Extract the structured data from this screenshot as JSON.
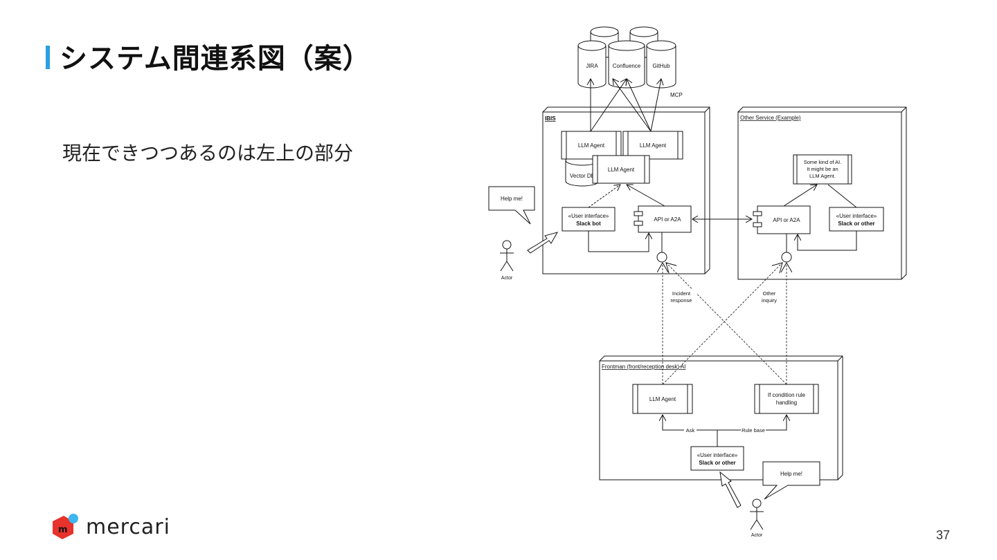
{
  "slide": {
    "title": "システム間連系図（案）",
    "subtitle": "現在できつつあるのは左上の部分",
    "page_number": "37",
    "logo_text": "mercari",
    "accent_color": "#2aa0e0",
    "logo_red": "#e8322b",
    "logo_blue": "#3fb6ee"
  },
  "diagram": {
    "databases": [
      "JIRA",
      "Confluence",
      "GitHub"
    ],
    "mcp_label": "MCP",
    "ibis": {
      "title": "IBIS",
      "agent1": "LLM Agent",
      "agent2": "LLM Agent",
      "agent3": "LLM Agent",
      "vector_db": "Vector DB",
      "slack_stereo": "«User interface»",
      "slack_name": "Slack bot",
      "api": "API or A2A"
    },
    "other": {
      "title": "Other Service (Example)",
      "ai_line1": "Some kind of AI.",
      "ai_line2": "It might be an",
      "ai_line3": "LLM Agent.",
      "api": "API or A2A",
      "ui_stereo": "«User interface»",
      "ui_name": "Slack or other"
    },
    "frontman": {
      "title": "Frontman (front/reception desk) AI",
      "agent": "LLM Agent",
      "rule_line1": "If condition rule",
      "rule_line2": "handling",
      "ask": "Ask",
      "rule_base": "Rule base",
      "ui_stereo": "«User interface»",
      "ui_name": "Slack or other"
    },
    "help_bubble_1": "Help me!",
    "help_bubble_2": "Help me!",
    "actor_1": "Actor",
    "actor_2": "Actor",
    "incident_line1": "Incident",
    "incident_line2": "response",
    "other_line1": "Other",
    "other_line2": "inquiry"
  }
}
